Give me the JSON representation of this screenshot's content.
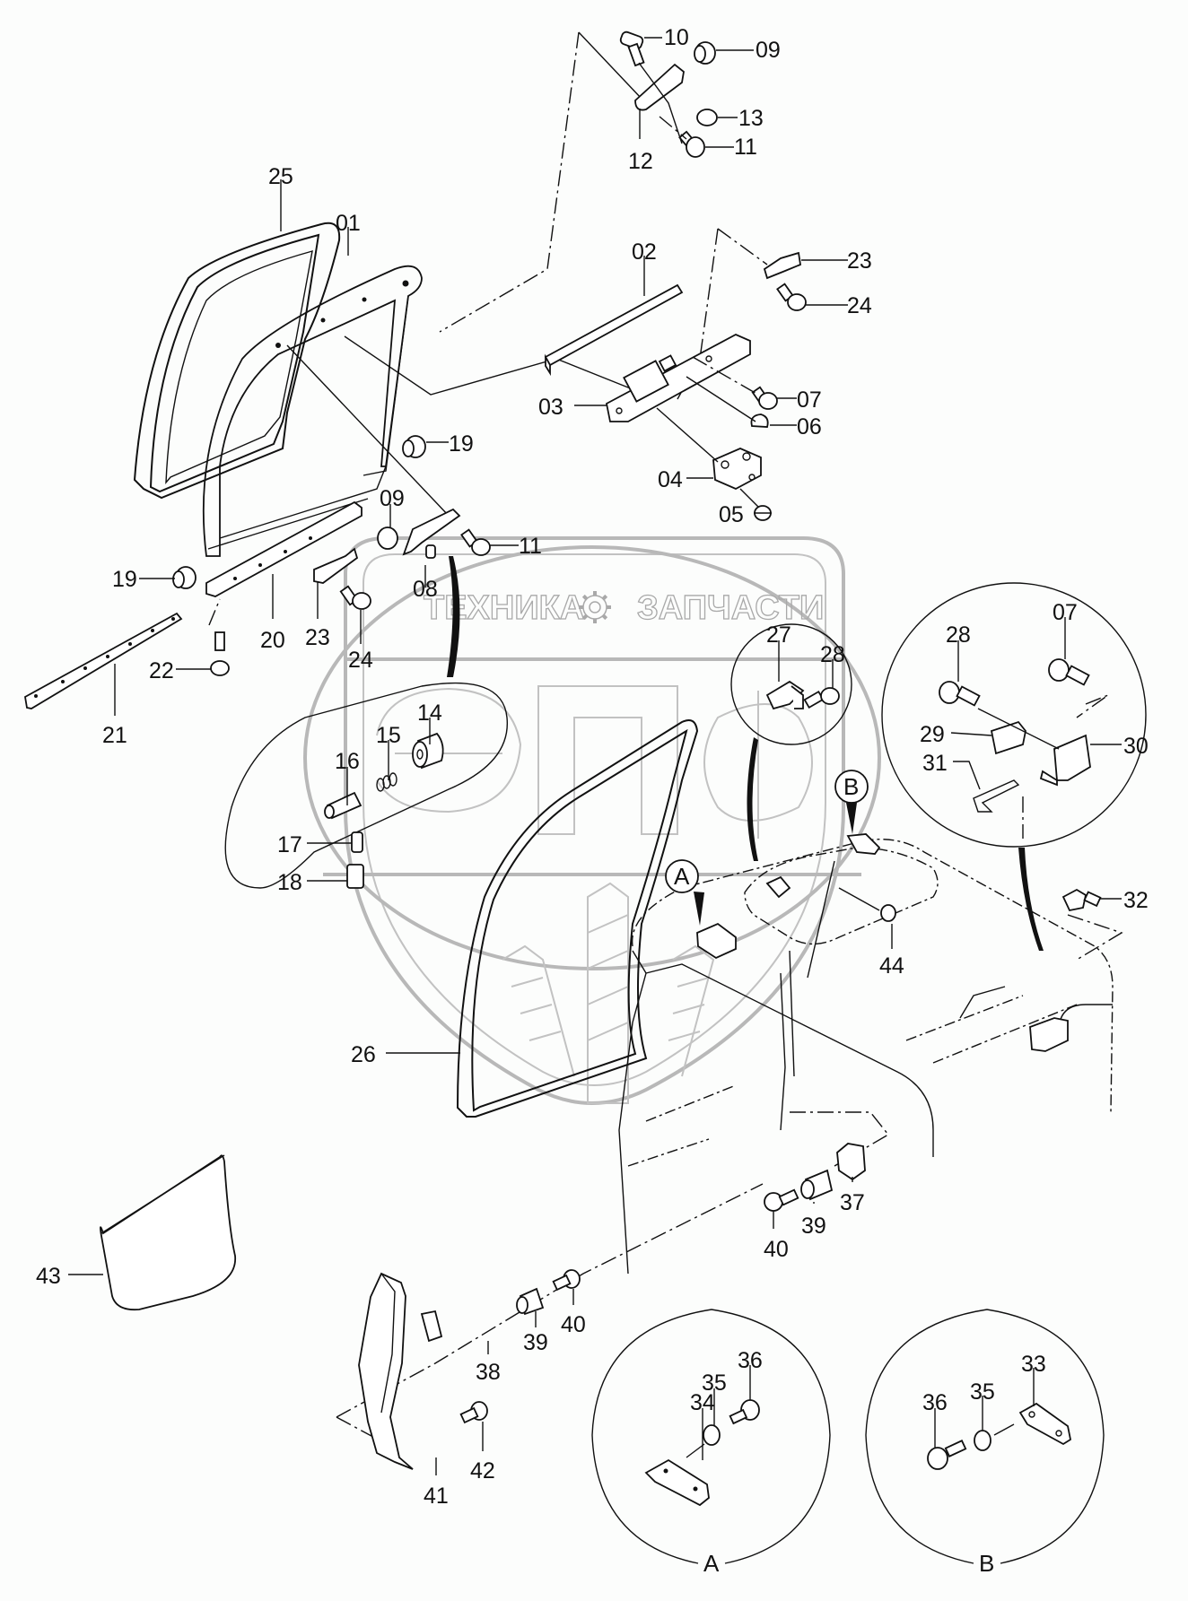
{
  "diagram": {
    "type": "exploded-parts-diagram",
    "subject": "Excavator cab door assembly",
    "watermark": {
      "left_text": "ТЕХНИКА",
      "right_text": "ЗАПЧАСТИ",
      "logo_letters": "ЭПФ",
      "color": "#b0b0b0"
    },
    "detail_markers": [
      {
        "id": "A",
        "label": "A"
      },
      {
        "id": "B",
        "label": "B"
      }
    ],
    "detail_views": [
      {
        "id": "A",
        "caption": "A",
        "parts": [
          "34",
          "35",
          "36"
        ]
      },
      {
        "id": "B",
        "caption": "B",
        "parts": [
          "36",
          "35",
          "33"
        ]
      }
    ],
    "labels": {
      "p10": "10",
      "p09a": "09",
      "p13": "13",
      "p11a": "11",
      "p12": "12",
      "p25": "25",
      "p01": "01",
      "p02": "02",
      "p23a": "23",
      "p24a": "24",
      "p03": "03",
      "p07a": "07",
      "p06": "06",
      "p19a": "19",
      "p04": "04",
      "p05": "05",
      "p09b": "09",
      "p11b": "11",
      "p08": "08",
      "p19b": "19",
      "p20": "20",
      "p23b": "23",
      "p24b": "24",
      "p22": "22",
      "p21": "21",
      "p14": "14",
      "p15": "15",
      "p16": "16",
      "p17": "17",
      "p18": "18",
      "p27": "27",
      "p28a": "28",
      "p28b": "28",
      "p07b": "07",
      "p29": "29",
      "p30": "30",
      "p31": "31",
      "p32": "32",
      "p44": "44",
      "p26": "26",
      "p37": "37",
      "p39a": "39",
      "p40a": "40",
      "p43": "43",
      "p39b": "39",
      "p40b": "40",
      "p38": "38",
      "p42": "42",
      "p41": "41",
      "p34": "34",
      "p35a": "35",
      "p36a": "36",
      "p36b": "36",
      "p35b": "35",
      "p33": "33"
    }
  }
}
